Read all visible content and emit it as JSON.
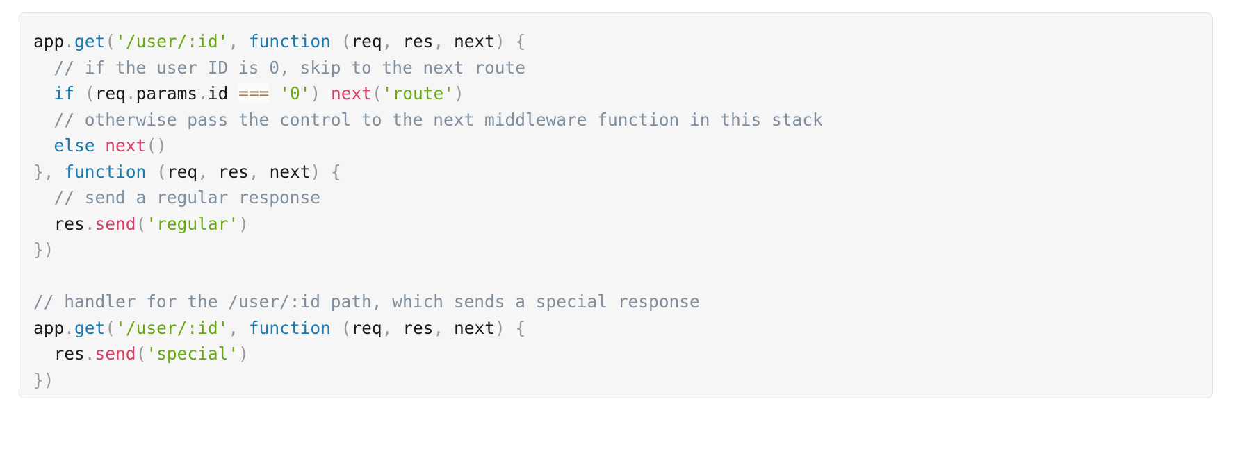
{
  "code_block": {
    "language": "javascript",
    "background_color": "#f6f6f6",
    "border_color": "#e3e3e3",
    "colors": {
      "plain": "#1a1a1a",
      "punctuation": "#999999",
      "keyword": "#1b7cb2",
      "function": "#1b7cb2",
      "method": "#d93d63",
      "string": "#6aa813",
      "comment": "#808f9e",
      "operator": "#a67f59"
    },
    "lines": [
      {
        "id": "line-1",
        "text": "app.get('/user/:id', function (req, res, next) {",
        "tokens": [
          {
            "t": "app",
            "c": "plain"
          },
          {
            "t": ".",
            "c": "dot"
          },
          {
            "t": "get",
            "c": "func"
          },
          {
            "t": "(",
            "c": "punct"
          },
          {
            "t": "'/user/:id'",
            "c": "string"
          },
          {
            "t": ",",
            "c": "punct"
          },
          {
            "t": " ",
            "c": "plain"
          },
          {
            "t": "function",
            "c": "keyword"
          },
          {
            "t": " ",
            "c": "plain"
          },
          {
            "t": "(",
            "c": "punct"
          },
          {
            "t": "req",
            "c": "plain"
          },
          {
            "t": ",",
            "c": "punct"
          },
          {
            "t": " ",
            "c": "plain"
          },
          {
            "t": "res",
            "c": "plain"
          },
          {
            "t": ",",
            "c": "punct"
          },
          {
            "t": " ",
            "c": "plain"
          },
          {
            "t": "next",
            "c": "plain"
          },
          {
            "t": ")",
            "c": "punct"
          },
          {
            "t": " ",
            "c": "plain"
          },
          {
            "t": "{",
            "c": "punct"
          }
        ]
      },
      {
        "id": "line-2",
        "text": "  // if the user ID is 0, skip to the next route",
        "tokens": [
          {
            "t": "  ",
            "c": "plain"
          },
          {
            "t": "// if the user ID is 0, skip to the next route",
            "c": "comment"
          }
        ]
      },
      {
        "id": "line-3",
        "text": "  if (req.params.id === '0') next('route')",
        "tokens": [
          {
            "t": "  ",
            "c": "plain"
          },
          {
            "t": "if",
            "c": "keyword"
          },
          {
            "t": " ",
            "c": "plain"
          },
          {
            "t": "(",
            "c": "punct"
          },
          {
            "t": "req",
            "c": "plain"
          },
          {
            "t": ".",
            "c": "dot"
          },
          {
            "t": "params",
            "c": "plain"
          },
          {
            "t": ".",
            "c": "dot"
          },
          {
            "t": "id",
            "c": "plain"
          },
          {
            "t": " ",
            "c": "plain"
          },
          {
            "t": "===",
            "c": "operator"
          },
          {
            "t": " ",
            "c": "plain"
          },
          {
            "t": "'0'",
            "c": "string"
          },
          {
            "t": ")",
            "c": "punct"
          },
          {
            "t": " ",
            "c": "plain"
          },
          {
            "t": "next",
            "c": "method"
          },
          {
            "t": "(",
            "c": "punct"
          },
          {
            "t": "'route'",
            "c": "string"
          },
          {
            "t": ")",
            "c": "punct"
          }
        ]
      },
      {
        "id": "line-4",
        "text": "  // otherwise pass the control to the next middleware function in this stack",
        "tokens": [
          {
            "t": "  ",
            "c": "plain"
          },
          {
            "t": "// otherwise pass the control to the next middleware function in this stack",
            "c": "comment"
          }
        ]
      },
      {
        "id": "line-5",
        "text": "  else next()",
        "tokens": [
          {
            "t": "  ",
            "c": "plain"
          },
          {
            "t": "else",
            "c": "keyword"
          },
          {
            "t": " ",
            "c": "plain"
          },
          {
            "t": "next",
            "c": "method"
          },
          {
            "t": "(",
            "c": "punct"
          },
          {
            "t": ")",
            "c": "punct"
          }
        ]
      },
      {
        "id": "line-6",
        "text": "}, function (req, res, next) {",
        "tokens": [
          {
            "t": "}",
            "c": "punct"
          },
          {
            "t": ",",
            "c": "punct"
          },
          {
            "t": " ",
            "c": "plain"
          },
          {
            "t": "function",
            "c": "keyword"
          },
          {
            "t": " ",
            "c": "plain"
          },
          {
            "t": "(",
            "c": "punct"
          },
          {
            "t": "req",
            "c": "plain"
          },
          {
            "t": ",",
            "c": "punct"
          },
          {
            "t": " ",
            "c": "plain"
          },
          {
            "t": "res",
            "c": "plain"
          },
          {
            "t": ",",
            "c": "punct"
          },
          {
            "t": " ",
            "c": "plain"
          },
          {
            "t": "next",
            "c": "plain"
          },
          {
            "t": ")",
            "c": "punct"
          },
          {
            "t": " ",
            "c": "plain"
          },
          {
            "t": "{",
            "c": "punct"
          }
        ]
      },
      {
        "id": "line-7",
        "text": "  // send a regular response",
        "tokens": [
          {
            "t": "  ",
            "c": "plain"
          },
          {
            "t": "// send a regular response",
            "c": "comment"
          }
        ]
      },
      {
        "id": "line-8",
        "text": "  res.send('regular')",
        "tokens": [
          {
            "t": "  ",
            "c": "plain"
          },
          {
            "t": "res",
            "c": "plain"
          },
          {
            "t": ".",
            "c": "dot"
          },
          {
            "t": "send",
            "c": "method"
          },
          {
            "t": "(",
            "c": "punct"
          },
          {
            "t": "'regular'",
            "c": "string"
          },
          {
            "t": ")",
            "c": "punct"
          }
        ]
      },
      {
        "id": "line-9",
        "text": "})",
        "tokens": [
          {
            "t": "}",
            "c": "punct"
          },
          {
            "t": ")",
            "c": "punct"
          }
        ]
      },
      {
        "id": "line-10",
        "text": "",
        "tokens": []
      },
      {
        "id": "line-11",
        "text": "// handler for the /user/:id path, which sends a special response",
        "tokens": [
          {
            "t": "// handler for the /user/:id path, which sends a special response",
            "c": "comment"
          }
        ]
      },
      {
        "id": "line-12",
        "text": "app.get('/user/:id', function (req, res, next) {",
        "tokens": [
          {
            "t": "app",
            "c": "plain"
          },
          {
            "t": ".",
            "c": "dot"
          },
          {
            "t": "get",
            "c": "func"
          },
          {
            "t": "(",
            "c": "punct"
          },
          {
            "t": "'/user/:id'",
            "c": "string"
          },
          {
            "t": ",",
            "c": "punct"
          },
          {
            "t": " ",
            "c": "plain"
          },
          {
            "t": "function",
            "c": "keyword"
          },
          {
            "t": " ",
            "c": "plain"
          },
          {
            "t": "(",
            "c": "punct"
          },
          {
            "t": "req",
            "c": "plain"
          },
          {
            "t": ",",
            "c": "punct"
          },
          {
            "t": " ",
            "c": "plain"
          },
          {
            "t": "res",
            "c": "plain"
          },
          {
            "t": ",",
            "c": "punct"
          },
          {
            "t": " ",
            "c": "plain"
          },
          {
            "t": "next",
            "c": "plain"
          },
          {
            "t": ")",
            "c": "punct"
          },
          {
            "t": " ",
            "c": "plain"
          },
          {
            "t": "{",
            "c": "punct"
          }
        ]
      },
      {
        "id": "line-13",
        "text": "  res.send('special')",
        "tokens": [
          {
            "t": "  ",
            "c": "plain"
          },
          {
            "t": "res",
            "c": "plain"
          },
          {
            "t": ".",
            "c": "dot"
          },
          {
            "t": "send",
            "c": "method"
          },
          {
            "t": "(",
            "c": "punct"
          },
          {
            "t": "'special'",
            "c": "string"
          },
          {
            "t": ")",
            "c": "punct"
          }
        ]
      },
      {
        "id": "line-14",
        "text": "})",
        "tokens": [
          {
            "t": "}",
            "c": "punct"
          },
          {
            "t": ")",
            "c": "punct"
          }
        ]
      }
    ]
  }
}
